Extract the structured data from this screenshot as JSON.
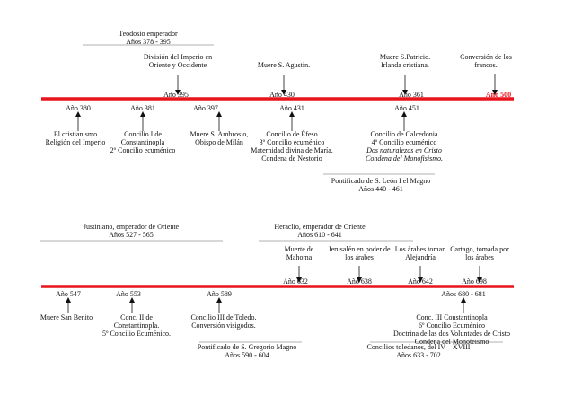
{
  "colors": {
    "timeline": "#e8141b",
    "text": "#111111",
    "highlight": "#e8141b",
    "rule": "#666666"
  },
  "timeline1": {
    "periods": [
      {
        "id": "teodosio",
        "lines": [
          "Teodosio emperador",
          "Años 378 - 395"
        ]
      },
      {
        "id": "leon",
        "lines": [
          "Pontificado de S. León I el Magno",
          "Años 440 - 461"
        ]
      }
    ],
    "top_events": [
      {
        "id": "division",
        "lines": [
          "División del Imperio en",
          "Oriente y Occidente"
        ]
      },
      {
        "id": "agustin",
        "lines": [
          "Muere S. Agustín."
        ]
      },
      {
        "id": "patricio",
        "lines": [
          "Muere S.Patricio.",
          "Irlanda cristiana."
        ]
      },
      {
        "id": "francos",
        "lines": [
          "Conversión de los",
          "francos."
        ]
      }
    ],
    "years_above": [
      {
        "id": "395",
        "label": "Año 395"
      },
      {
        "id": "430",
        "label": "Año 430"
      },
      {
        "id": "361",
        "label": "Año 361"
      },
      {
        "id": "500",
        "label": "Año 500"
      }
    ],
    "years_below": [
      {
        "id": "380",
        "label": "Año 380"
      },
      {
        "id": "381",
        "label": "Año 381"
      },
      {
        "id": "397",
        "label": "Año 397"
      },
      {
        "id": "431",
        "label": "Año 431"
      },
      {
        "id": "451",
        "label": "Año 451"
      }
    ],
    "bottom_events": [
      {
        "id": "cristianismo",
        "lines": [
          {
            "t": "El cristianismo"
          },
          {
            "t": "Religión del Imperio"
          }
        ]
      },
      {
        "id": "constantinopla1",
        "lines": [
          {
            "t": "Concilio I de"
          },
          {
            "t": "Constantinopla"
          },
          {
            "t": "2º Concilio ecuménico"
          }
        ]
      },
      {
        "id": "ambrosio",
        "lines": [
          {
            "t": "Muere S. Ambrosio,"
          },
          {
            "t": "Obispo de Milán"
          }
        ]
      },
      {
        "id": "efeso",
        "lines": [
          {
            "t": "Concilio de Éfeso"
          },
          {
            "t": "3º Concilio ecuménico"
          },
          {
            "t": "Maternidad divina de María."
          },
          {
            "t": "Condena de Nestorio"
          }
        ]
      },
      {
        "id": "calcedonia",
        "lines": [
          {
            "t": "Concilio de Calcedonia"
          },
          {
            "t": "4º Concilio ecuménico"
          },
          {
            "t": "Dos naturalezas en Cristo",
            "italic": true
          },
          {
            "t": "Condena del Monofisismo.",
            "italic": true
          }
        ]
      }
    ]
  },
  "timeline2": {
    "periods": [
      {
        "id": "justiniano",
        "lines": [
          "Justiniano, emperador de Oriente",
          "Años 527 - 565"
        ]
      },
      {
        "id": "heraclio",
        "lines": [
          "Heraclio, emperador de Oriente",
          "Años 610 - 641"
        ]
      },
      {
        "id": "gregorio",
        "lines": [
          "Pontificado de S. Gregorio Magno",
          "Años 590 - 604"
        ]
      },
      {
        "id": "toledo_periodo",
        "lines": [
          "Concilios toledanos, del IV – XVIII",
          "Años 633 - 702"
        ]
      }
    ],
    "top_events": [
      {
        "id": "mahoma",
        "lines": [
          "Muerte de",
          "Mahoma"
        ]
      },
      {
        "id": "jerusalen",
        "lines": [
          "Jerusalén en poder de",
          "los árabes"
        ]
      },
      {
        "id": "alejandria",
        "lines": [
          "Los árabes toman",
          "Alejandría"
        ]
      },
      {
        "id": "cartago",
        "lines": [
          "Cartago, tomada por",
          "los árabes"
        ]
      }
    ],
    "years_above": [
      {
        "id": "632",
        "label": "Año 632"
      },
      {
        "id": "638",
        "label": "Año 638"
      },
      {
        "id": "642",
        "label": "Año 642"
      },
      {
        "id": "698",
        "label": "Año 698"
      }
    ],
    "years_below": [
      {
        "id": "547",
        "label": "Año 547"
      },
      {
        "id": "553",
        "label": "Año 553"
      },
      {
        "id": "589",
        "label": "Año 589"
      },
      {
        "id": "680",
        "label": "Años 680 - 681"
      }
    ],
    "bottom_events": [
      {
        "id": "benito",
        "lines": [
          {
            "t": "Muere San Benito"
          }
        ]
      },
      {
        "id": "constantinopla2",
        "lines": [
          {
            "t": "Conc. II de"
          },
          {
            "t": "Constantinopla."
          },
          {
            "t": "5º Concilio Ecuménico."
          }
        ]
      },
      {
        "id": "toledo3",
        "lines": [
          {
            "t": "Concilio III de Toledo."
          },
          {
            "t": "Conversión visigodos."
          }
        ]
      },
      {
        "id": "constantinopla3",
        "lines": [
          {
            "t": "Conc. III Constantinopla"
          },
          {
            "t": "6º Concilio Ecuménico"
          },
          {
            "t": "Doctrina de las dos Voluntades de Cristo"
          },
          {
            "t": "Condena del Monoteísmo"
          }
        ]
      }
    ]
  }
}
